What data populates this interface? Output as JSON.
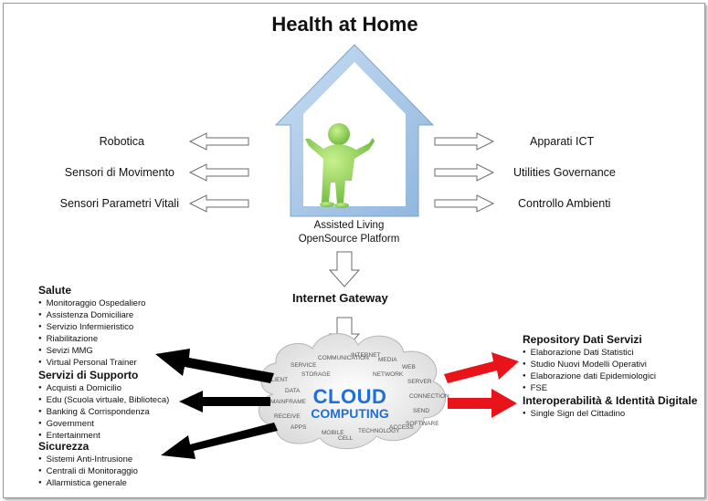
{
  "title": "Health at Home",
  "left_items": [
    "Robotica",
    "Sensori di Movimento",
    "Sensori Parametri Vitali"
  ],
  "right_items": [
    "Apparati ICT",
    "Utilities Governance",
    "Controllo Ambienti"
  ],
  "platform_caption": [
    "Assisted Living",
    "OpenSource Platform"
  ],
  "gateway": "Internet Gateway",
  "cloud": {
    "line1": "CLOUD",
    "line2": "COMPUTING",
    "words": [
      "SERVICE",
      "COMMUNICATION",
      "INTERNET",
      "MEDIA",
      "WEB",
      "CLIENT",
      "SERVER",
      "MAINFRAME",
      "CONNECTION",
      "RECEIVE",
      "SEND",
      "APPS",
      "MOBILE",
      "TECHNOLOGY",
      "ACCESS",
      "STORAGE",
      "NETWORK",
      "DATA",
      "SOFTWARE",
      "CELL"
    ]
  },
  "sections_left": [
    {
      "title": "Salute",
      "items": [
        "Monitoraggio Ospedaliero",
        "Assistenza Domiciliare",
        "Servizio Infermieristico",
        "Riabilitazione",
        "Sevizi  MMG",
        "Virtual Personal Trainer"
      ]
    },
    {
      "title": "Servizi di Supporto",
      "items": [
        "Acquisti a Domicilio",
        "Edu (Scuola virtuale, Biblioteca)",
        "Banking & Corrispondenza",
        "Government",
        "Entertainment"
      ]
    },
    {
      "title": "Sicurezza",
      "items": [
        "Sistemi Anti-Intrusione",
        "Centrali di Monitoraggio",
        "Allarmistica generale"
      ]
    }
  ],
  "sections_right": [
    {
      "title": "Repository Dati Servizi",
      "items": [
        "Elaborazione Dati Statistici",
        "Studio Nuovi Modelli Operativi",
        "Elaborazione dati Epidemiologici",
        "FSE"
      ]
    },
    {
      "title": "Interoperabilità & Identità Digitale",
      "items": [
        "Single Sign del Cittadino"
      ]
    }
  ],
  "colors": {
    "house": "#a9c8e8",
    "figure": "#9bd86a",
    "arrow_black": "#000000",
    "arrow_red": "#e8141a",
    "cloud_text": "#1e6fd9"
  }
}
